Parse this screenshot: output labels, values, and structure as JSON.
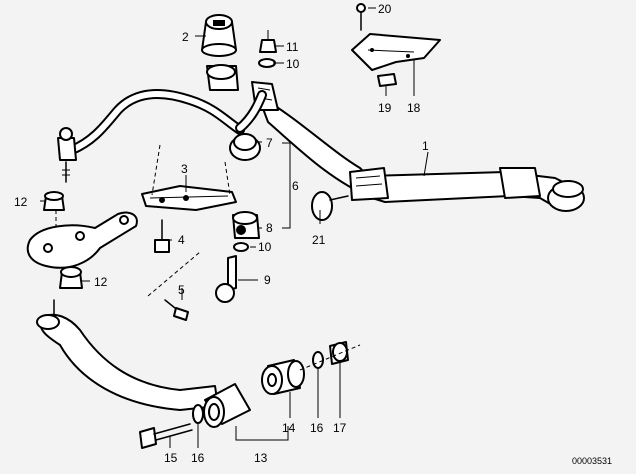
{
  "diagram": {
    "callouts": [
      {
        "id": "c1",
        "text": "1",
        "part": "cross-member"
      },
      {
        "id": "c2",
        "text": "2",
        "part": "rubber-mount"
      },
      {
        "id": "c3",
        "text": "3",
        "part": "mounting-bracket"
      },
      {
        "id": "c4",
        "text": "4",
        "part": "hex-bolt"
      },
      {
        "id": "c5",
        "text": "5",
        "part": "hex-bolt"
      },
      {
        "id": "c6",
        "text": "6",
        "part": "bushing-set"
      },
      {
        "id": "c7",
        "text": "7",
        "part": "bushing"
      },
      {
        "id": "c8",
        "text": "8",
        "part": "bushing"
      },
      {
        "id": "c9",
        "text": "9",
        "part": "bolt"
      },
      {
        "id": "c10a",
        "text": "10",
        "part": "washer"
      },
      {
        "id": "c10b",
        "text": "10",
        "part": "washer"
      },
      {
        "id": "c11",
        "text": "11",
        "part": "nut"
      },
      {
        "id": "c12a",
        "text": "12",
        "part": "nut"
      },
      {
        "id": "c12b",
        "text": "12",
        "part": "nut"
      },
      {
        "id": "c13",
        "text": "13",
        "part": "bushing-set"
      },
      {
        "id": "c14",
        "text": "14",
        "part": "rubber-bushing"
      },
      {
        "id": "c15",
        "text": "15",
        "part": "hex-bolt"
      },
      {
        "id": "c16a",
        "text": "16",
        "part": "washer"
      },
      {
        "id": "c16b",
        "text": "16",
        "part": "washer"
      },
      {
        "id": "c17",
        "text": "17",
        "part": "nut"
      },
      {
        "id": "c18",
        "text": "18",
        "part": "plate"
      },
      {
        "id": "c19",
        "text": "19",
        "part": "clip-nut"
      },
      {
        "id": "c20",
        "text": "20",
        "part": "screw"
      },
      {
        "id": "c21",
        "text": "21",
        "part": "stop-buffer"
      }
    ],
    "catalog_code": "00003531"
  }
}
